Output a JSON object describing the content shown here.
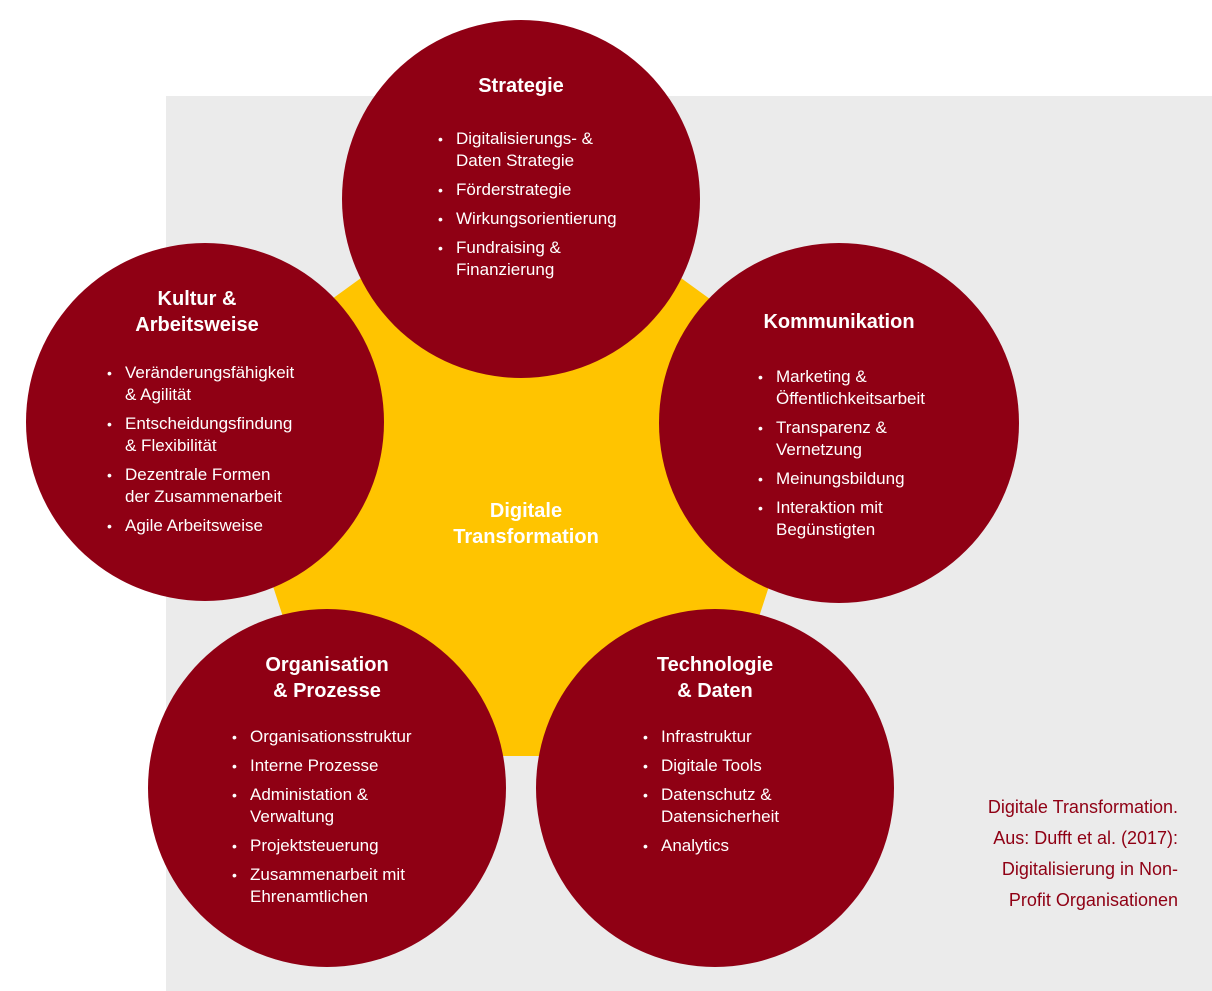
{
  "colors": {
    "circle": "#8f0014",
    "center": "#ffc400",
    "panel": "#ebebeb",
    "caption": "#8f0014"
  },
  "center": {
    "line1": "Digitale",
    "line2": "Transformation"
  },
  "circles": {
    "strategie": {
      "title_lines": [
        "Strategie"
      ],
      "items": [
        [
          "Digitalisierungs- &",
          "Daten Strategie"
        ],
        [
          "Förderstrategie"
        ],
        [
          "Wirkungsorientierung"
        ],
        [
          "Fundraising &",
          "Finanzierung"
        ]
      ]
    },
    "kultur": {
      "title_lines": [
        "Kultur &",
        "Arbeitsweise"
      ],
      "items": [
        [
          "Veränderungsfähigkeit",
          "& Agilität"
        ],
        [
          "Entscheidungsfindung",
          "& Flexibilität"
        ],
        [
          "Dezentrale Formen",
          "der Zusammenarbeit"
        ],
        [
          "Agile Arbeitsweise"
        ]
      ]
    },
    "kommunikation": {
      "title_lines": [
        "Kommunikation"
      ],
      "items": [
        [
          "Marketing &",
          "Öffentlichkeitsarbeit"
        ],
        [
          "Transparenz &",
          "Vernetzung"
        ],
        [
          "Meinungsbildung"
        ],
        [
          "Interaktion mit",
          "Begünstigten"
        ]
      ]
    },
    "organisation": {
      "title_lines": [
        "Organisation",
        "& Prozesse"
      ],
      "items": [
        [
          "Organisationsstruktur"
        ],
        [
          "Interne Prozesse"
        ],
        [
          "Administation &",
          "Verwaltung"
        ],
        [
          "Projektsteuerung"
        ],
        [
          "Zusammenarbeit mit",
          "Ehrenamtlichen"
        ]
      ]
    },
    "technologie": {
      "title_lines": [
        "Technologie",
        "& Daten"
      ],
      "items": [
        [
          "Infrastruktur"
        ],
        [
          "Digitale Tools"
        ],
        [
          "Datenschutz &",
          "Datensicherheit"
        ],
        [
          "Analytics"
        ]
      ]
    }
  },
  "caption_lines": [
    "Digitale Transformation.",
    "Aus: Dufft et al. (2017):",
    "Digitalisierung in Non-",
    "Profit Organisationen"
  ]
}
